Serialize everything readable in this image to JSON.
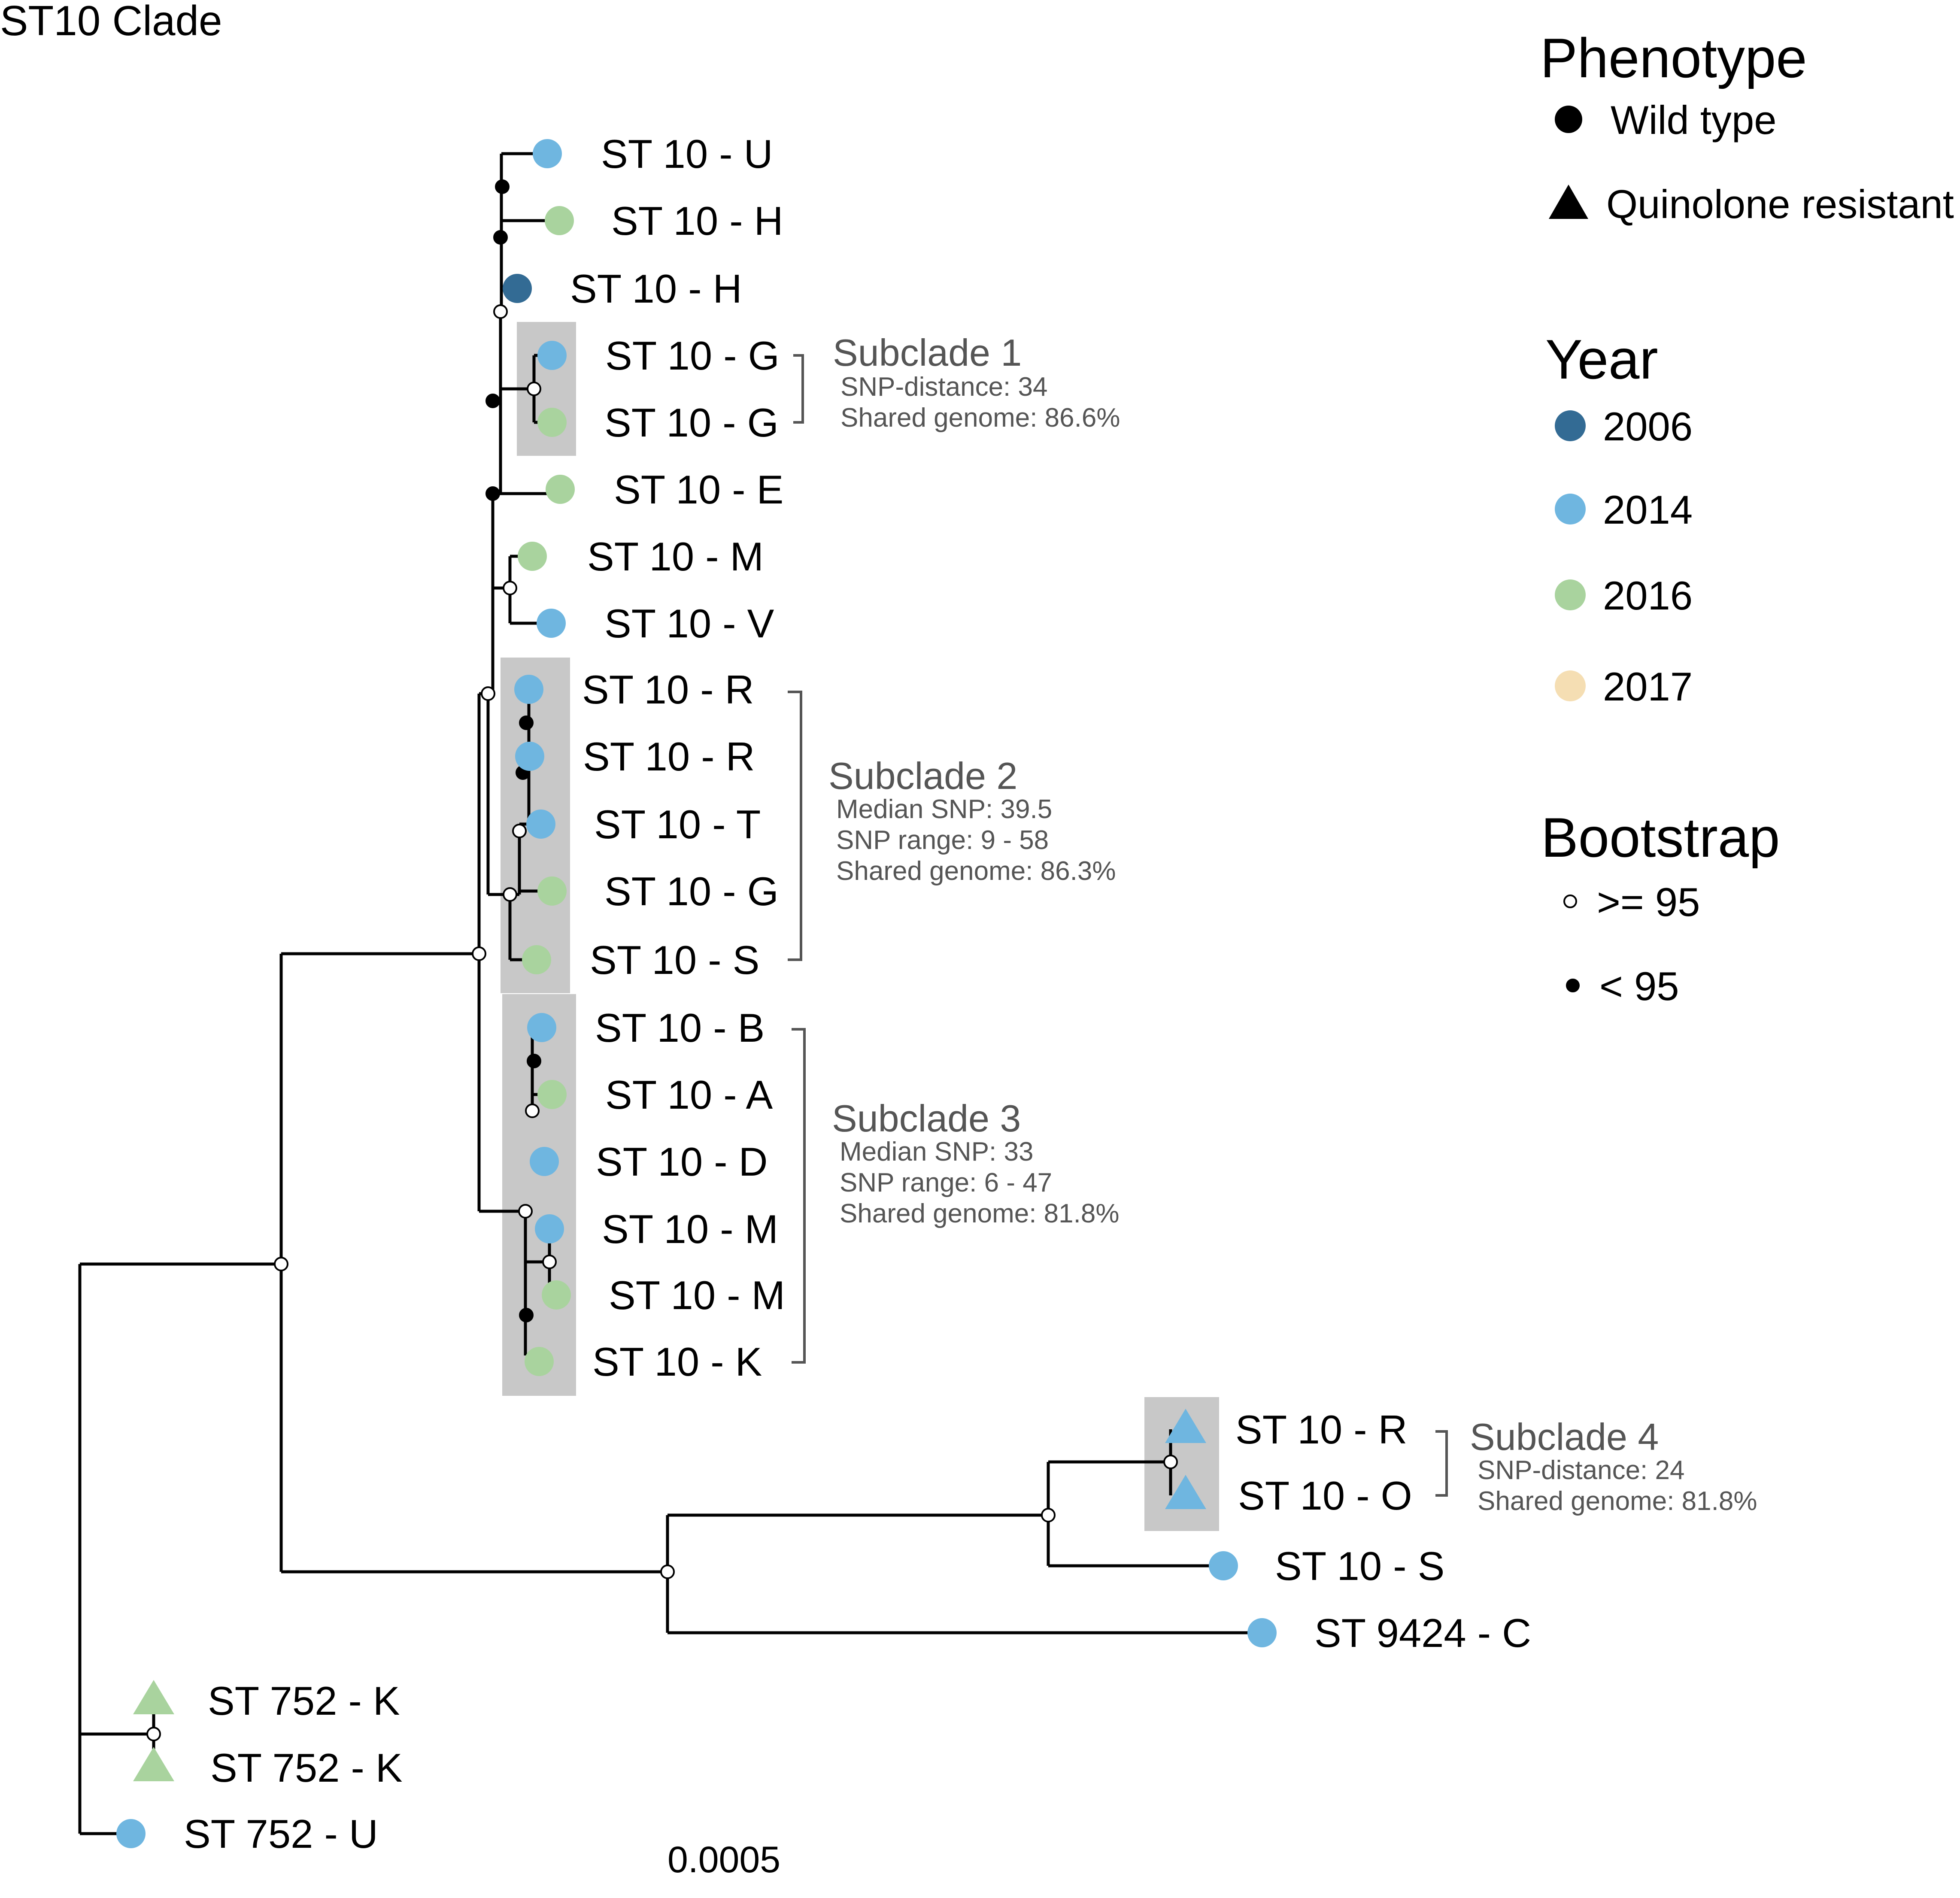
{
  "title": "ST10 Clade",
  "tips": [
    {
      "id": "t1",
      "label": "ST 10 - U",
      "year": "2014",
      "phenotype": "Wild type"
    },
    {
      "id": "t2",
      "label": "ST 10 - H",
      "year": "2016",
      "phenotype": "Wild type"
    },
    {
      "id": "t3",
      "label": "ST 10 - H",
      "year": "2006",
      "phenotype": "Wild type"
    },
    {
      "id": "t4",
      "label": "ST 10 - G",
      "year": "2014",
      "phenotype": "Wild type"
    },
    {
      "id": "t5",
      "label": "ST 10 - G",
      "year": "2016",
      "phenotype": "Wild type"
    },
    {
      "id": "t6",
      "label": "ST 10 - E",
      "year": "2016",
      "phenotype": "Wild type"
    },
    {
      "id": "t7",
      "label": "ST 10 - M",
      "year": "2016",
      "phenotype": "Wild type"
    },
    {
      "id": "t8",
      "label": "ST 10 - V",
      "year": "2014",
      "phenotype": "Wild type"
    },
    {
      "id": "t9",
      "label": "ST 10 - R",
      "year": "2014",
      "phenotype": "Wild type"
    },
    {
      "id": "t10",
      "label": "ST 10 - R",
      "year": "2014",
      "phenotype": "Wild type"
    },
    {
      "id": "t11",
      "label": "ST 10 - T",
      "year": "2014",
      "phenotype": "Wild type"
    },
    {
      "id": "t12",
      "label": "ST 10 - G",
      "year": "2016",
      "phenotype": "Wild type"
    },
    {
      "id": "t13",
      "label": "ST 10 - S",
      "year": "2016",
      "phenotype": "Wild type"
    },
    {
      "id": "t14",
      "label": "ST 10 - B",
      "year": "2014",
      "phenotype": "Wild type"
    },
    {
      "id": "t15",
      "label": "ST 10 - A",
      "year": "2016",
      "phenotype": "Wild type"
    },
    {
      "id": "t16",
      "label": "ST 10 - D",
      "year": "2014",
      "phenotype": "Wild type"
    },
    {
      "id": "t17",
      "label": "ST 10 - M",
      "year": "2014",
      "phenotype": "Wild type"
    },
    {
      "id": "t18",
      "label": "ST 10 - M",
      "year": "2016",
      "phenotype": "Wild type"
    },
    {
      "id": "t19",
      "label": "ST 10 - K",
      "year": "2016",
      "phenotype": "Wild type"
    },
    {
      "id": "t20",
      "label": "ST 10 - R",
      "year": "2014",
      "phenotype": "Quinolone resistant"
    },
    {
      "id": "t21",
      "label": "ST 10 - O",
      "year": "2014",
      "phenotype": "Quinolone resistant"
    },
    {
      "id": "t22",
      "label": "ST 10 - S",
      "year": "2014",
      "phenotype": "Wild type"
    },
    {
      "id": "t23",
      "label": "ST 9424 - C",
      "year": "2014",
      "phenotype": "Wild type"
    },
    {
      "id": "t24",
      "label": "ST 752 - K",
      "year": "2016",
      "phenotype": "Quinolone resistant"
    },
    {
      "id": "t25",
      "label": "ST 752 - K",
      "year": "2016",
      "phenotype": "Quinolone resistant"
    },
    {
      "id": "t26",
      "label": "ST 752 - U",
      "year": "2014",
      "phenotype": "Wild type"
    }
  ],
  "subclades": [
    {
      "name": "Subclade 1",
      "stats": [
        "SNP-distance: 34",
        "Shared genome: 86.6%"
      ]
    },
    {
      "name": "Subclade 2",
      "stats": [
        "Median SNP: 39.5",
        "SNP range: 9 - 58",
        "Shared genome: 86.3%"
      ]
    },
    {
      "name": "Subclade 3",
      "stats": [
        "Median SNP: 33",
        "SNP range: 6 - 47",
        "Shared genome: 81.8%"
      ]
    },
    {
      "name": "Subclade 4",
      "stats": [
        "SNP-distance: 24",
        "Shared genome: 81.8%"
      ]
    }
  ],
  "legend": {
    "phenotype": {
      "title": "Phenotype",
      "items": [
        {
          "label": "Wild type",
          "shape": "circle"
        },
        {
          "label": "Quinolone resistant",
          "shape": "triangle"
        }
      ]
    },
    "year": {
      "title": "Year",
      "items": [
        {
          "label": "2006",
          "color": "#336b94"
        },
        {
          "label": "2014",
          "color": "#6fb6e0"
        },
        {
          "label": "2016",
          "color": "#a9d39e"
        },
        {
          "label": "2017",
          "color": "#f5deb3"
        }
      ]
    },
    "bootstrap": {
      "title": "Bootstrap",
      "items": [
        {
          "label": ">= 95",
          "fill": "#ffffff"
        },
        {
          "label": "< 95",
          "fill": "#000000"
        }
      ]
    }
  },
  "scale_bar": {
    "label": "0.0005"
  }
}
